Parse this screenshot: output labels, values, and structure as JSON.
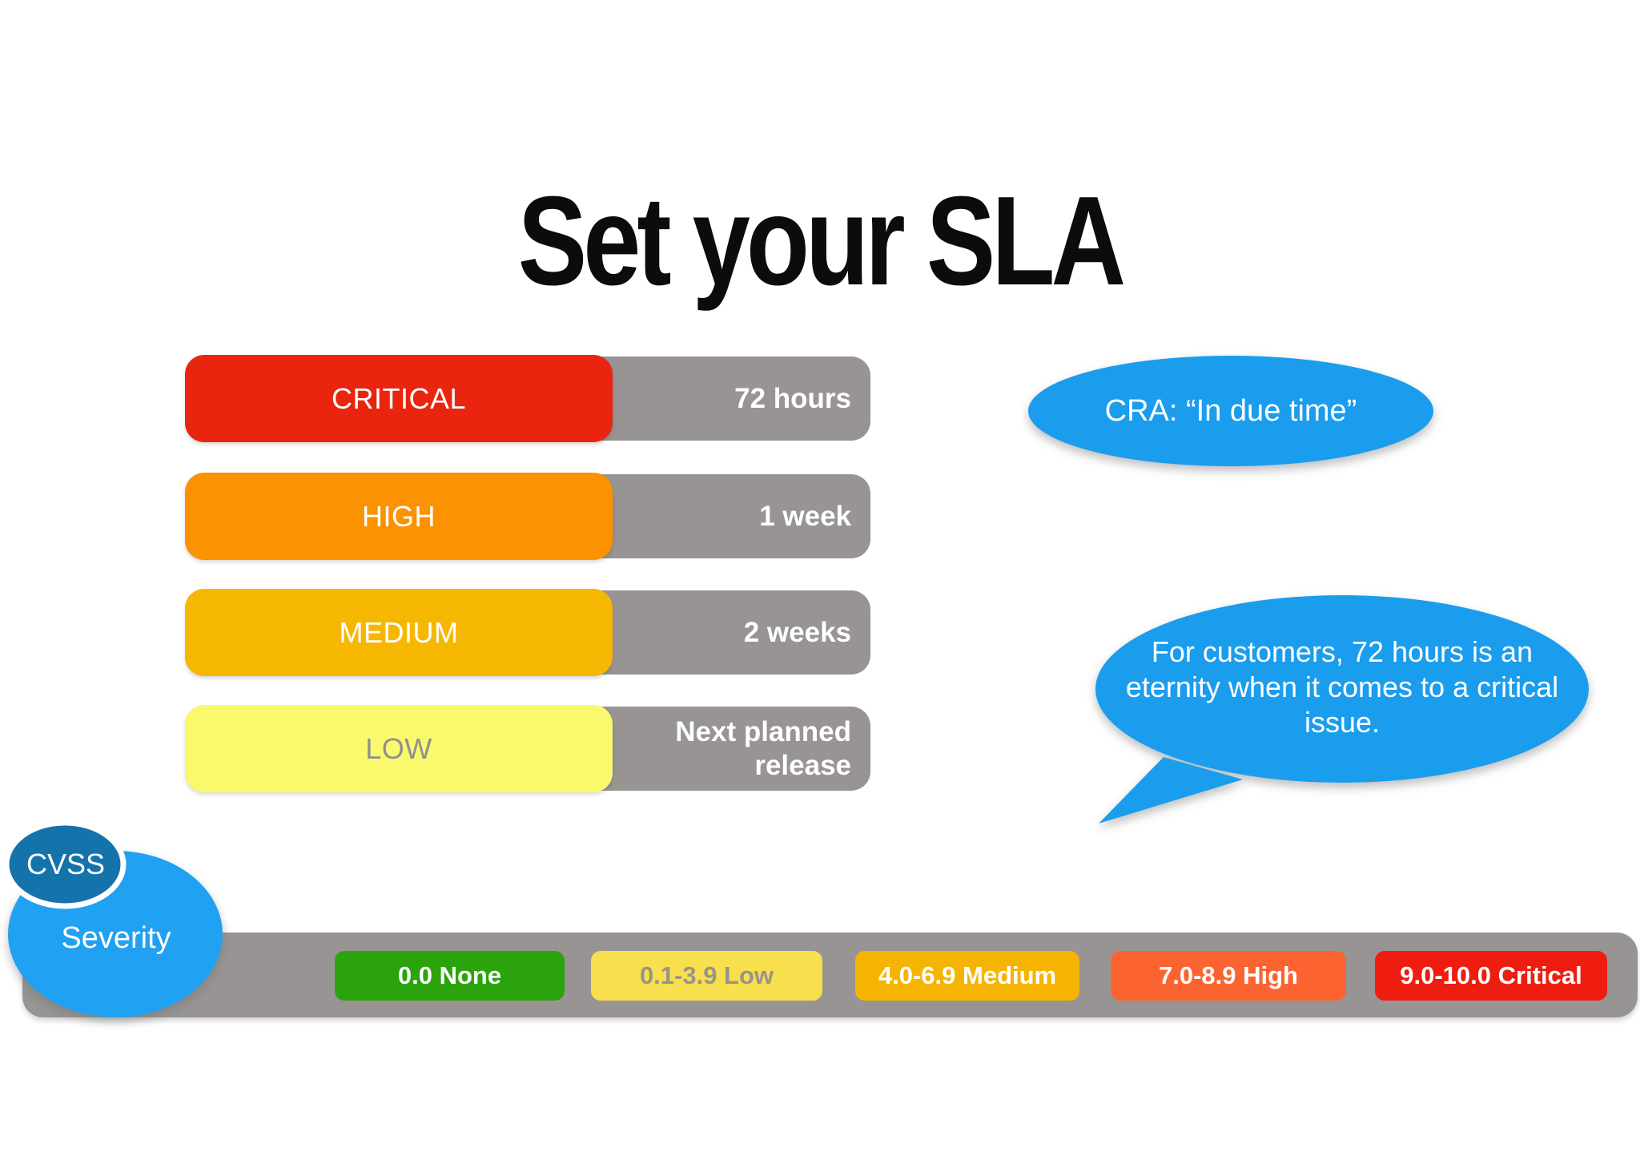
{
  "title": "Set your SLA",
  "sla_rows": [
    {
      "label": "CRITICAL",
      "time": "72 hours",
      "color": "#ea250f",
      "label_color": "#ffffff"
    },
    {
      "label": "HIGH",
      "time": "1 week",
      "color": "#fb9201",
      "label_color": "#ffffff"
    },
    {
      "label": "MEDIUM",
      "time": "2 weeks",
      "color": "#f6b703",
      "label_color": "#ffffff"
    },
    {
      "label": "LOW",
      "time": "Next planned release",
      "color": "#faf96e",
      "label_color": "#909090"
    }
  ],
  "track_color": "#989494",
  "callouts": {
    "cra_bubble": {
      "text": "CRA: “In due time”",
      "color": "#1b9dee"
    },
    "customer_bubble": {
      "text": "For customers, 72 hours is an eternity when it comes to a critical issue.",
      "color": "#1b9dee"
    }
  },
  "cvss_scale": {
    "cvss_label": "CVSS",
    "cvss_color": "#1573ab",
    "severity_label": "Severity",
    "severity_color": "#21a1f1",
    "bar_color": "#989494",
    "badges": [
      {
        "label": "0.0 None",
        "color": "#2ba30d",
        "text_color": "#ffffff"
      },
      {
        "label": "0.1-3.9 Low",
        "color": "#f8df4d",
        "text_color": "#999489"
      },
      {
        "label": "4.0-6.9 Medium",
        "color": "#f6b402",
        "text_color": "#ffffff"
      },
      {
        "label": "7.0-8.9 High",
        "color": "#fb6430",
        "text_color": "#ffffff"
      },
      {
        "label": "9.0-10.0 Critical",
        "color": "#ee1d10",
        "text_color": "#ffffff"
      }
    ]
  }
}
